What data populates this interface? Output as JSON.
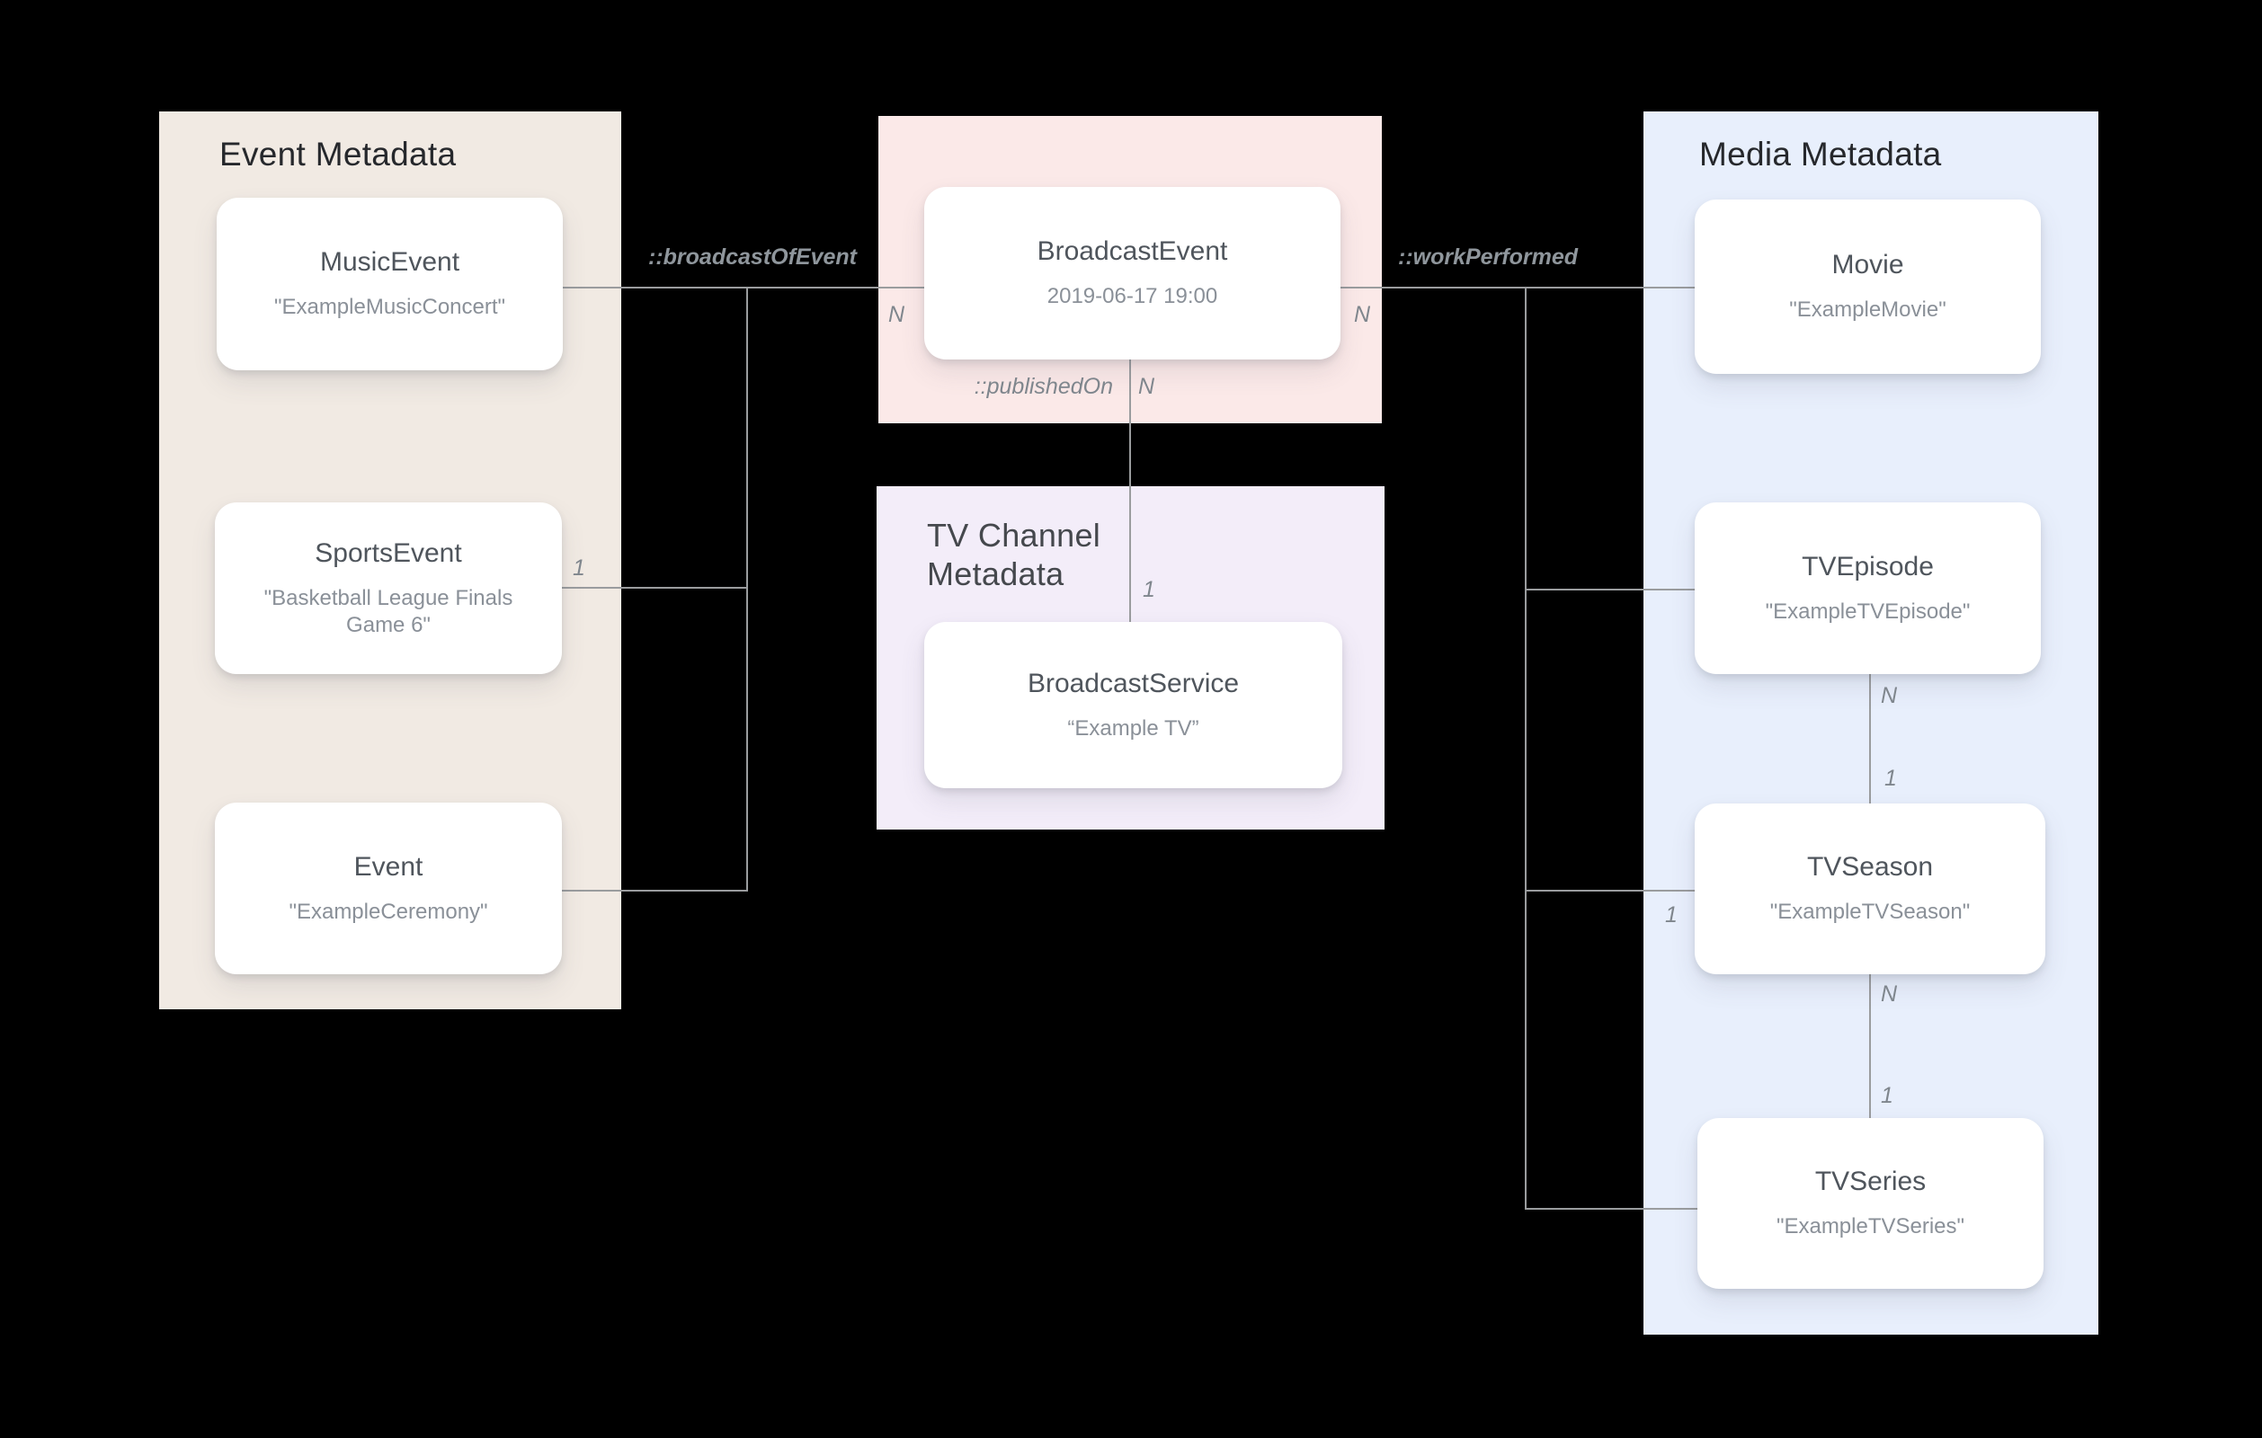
{
  "theme": {
    "canvas-bg": "#000000",
    "panel-event-bg": "#F1EAE3",
    "panel-broadcast-bg": "#FBE9E8",
    "panel-tvchannel-bg": "#F3EDF9",
    "panel-media-bg": "#E8EFFC",
    "card-bg": "#FFFFFF",
    "heading-dark": "#26282C",
    "heading-muted": "#45484D",
    "card-title": "#4F555C",
    "card-subtitle": "#8A9098",
    "line": "#9A9C9E",
    "label": "#8F969C",
    "cardinality": "#7F868D"
  },
  "panels": {
    "event": {
      "title": "Event Metadata"
    },
    "tvchannel": {
      "title": "TV Channel Metadata"
    },
    "media": {
      "title": "Media Metadata"
    }
  },
  "nodes": {
    "music_event": {
      "title": "MusicEvent",
      "subtitle": "\"ExampleMusicConcert\""
    },
    "sports_event": {
      "title": "SportsEvent",
      "subtitle": "\"Basketball League Finals Game 6\""
    },
    "event": {
      "title": "Event",
      "subtitle": "\"ExampleCeremony\""
    },
    "broadcast_event": {
      "title": "BroadcastEvent",
      "subtitle": "2019-06-17 19:00"
    },
    "broadcast_service": {
      "title": "BroadcastService",
      "subtitle": "“Example TV”"
    },
    "movie": {
      "title": "Movie",
      "subtitle": "\"ExampleMovie\""
    },
    "tv_episode": {
      "title": "TVEpisode",
      "subtitle": "\"ExampleTVEpisode\""
    },
    "tv_season": {
      "title": "TVSeason",
      "subtitle": "\"ExampleTVSeason\""
    },
    "tv_series": {
      "title": "TVSeries",
      "subtitle": "\"ExampleTVSeries\""
    }
  },
  "edges": {
    "broadcast_of_event": "::broadcastOfEvent",
    "work_performed": "::workPerformed",
    "published_on": "::publishedOn"
  },
  "cardinalities": {
    "broadcast_event_left": "N",
    "broadcast_event_right": "N",
    "published_on_source": "N",
    "published_on_target": "1",
    "sports_event": "1",
    "tv_episode_bottom": "N",
    "tv_season_top": "1",
    "tv_season_left": "1",
    "tv_season_bottom": "N",
    "tv_series_top": "1"
  }
}
